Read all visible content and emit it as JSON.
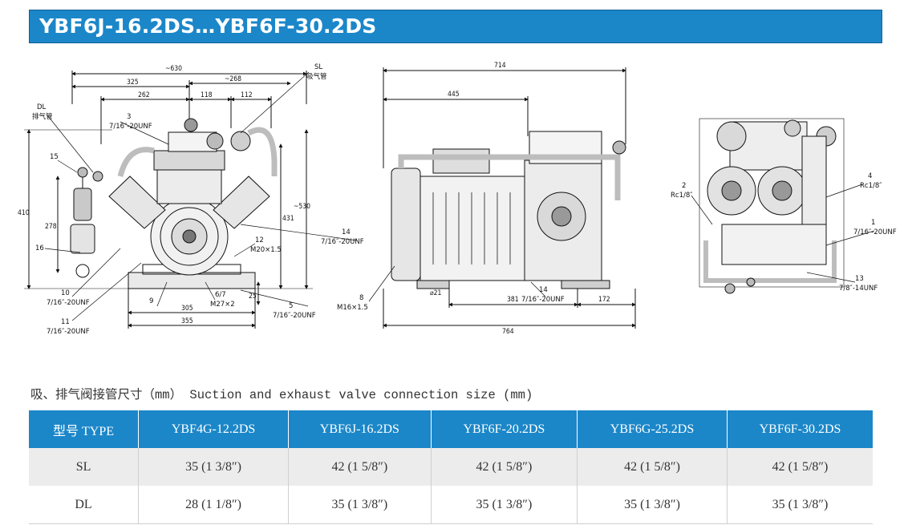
{
  "header": {
    "title": "YBF6J-16.2DS…YBF6F-30.2DS"
  },
  "drawings": {
    "front": {
      "dims": [
        "~630",
        "325",
        "262",
        "~268",
        "118",
        "112",
        "410",
        "278",
        "431",
        "~530",
        "305",
        "355",
        "25"
      ],
      "labels": {
        "dl": "DL",
        "dl_cn": "排气管",
        "sl": "SL",
        "sl_cn": "吸气管",
        "c3": "3",
        "c3_thread": "7/16″-20UNF",
        "c15": "15",
        "c16": "16",
        "c10": "10",
        "c10_thread": "7/16″-20UNF",
        "c11": "11",
        "c11_thread": "7/16″-20UNF",
        "c9": "9",
        "c67": "6/7",
        "c67_thread": "M27×2",
        "c12": "12",
        "c12_thread": "M20×1.5",
        "c14": "14",
        "c14_thread": "7/16″-20UNF",
        "c5": "5",
        "c5_thread": "7/16″-20UNF"
      }
    },
    "side": {
      "dims": [
        "714",
        "445",
        "764",
        "381",
        "172",
        "⌀21"
      ],
      "labels": {
        "c8": "8",
        "c8_thread": "M16×1.5",
        "c14": "14",
        "c14_thread": "7/16″-20UNF"
      }
    },
    "top": {
      "labels": {
        "c2": "2",
        "c2_thread": "Rc1/8″",
        "c4": "4",
        "c4_thread": "Rc1/8″",
        "c1": "1",
        "c1_thread": "7/16″-20UNF",
        "c13": "13",
        "c13_thread": "7/8″-14UNF"
      }
    }
  },
  "caption": "吸、排气阀接管尺寸（mm） Suction and exhaust valve connection size (mm)",
  "table": {
    "headers": [
      "型号 TYPE",
      "YBF4G-12.2DS",
      "YBF6J-16.2DS",
      "YBF6F-20.2DS",
      "YBF6G-25.2DS",
      "YBF6F-30.2DS"
    ],
    "rows": [
      [
        "SL",
        "35 (1 3/8″)",
        "42 (1 5/8″)",
        "42 (1 5/8″)",
        "42 (1 5/8″)",
        "42 (1 5/8″)"
      ],
      [
        "DL",
        "28 (1 1/8″)",
        "35 (1 3/8″)",
        "35 (1 3/8″)",
        "35 (1 3/8″)",
        "35 (1 3/8″)"
      ]
    ]
  }
}
